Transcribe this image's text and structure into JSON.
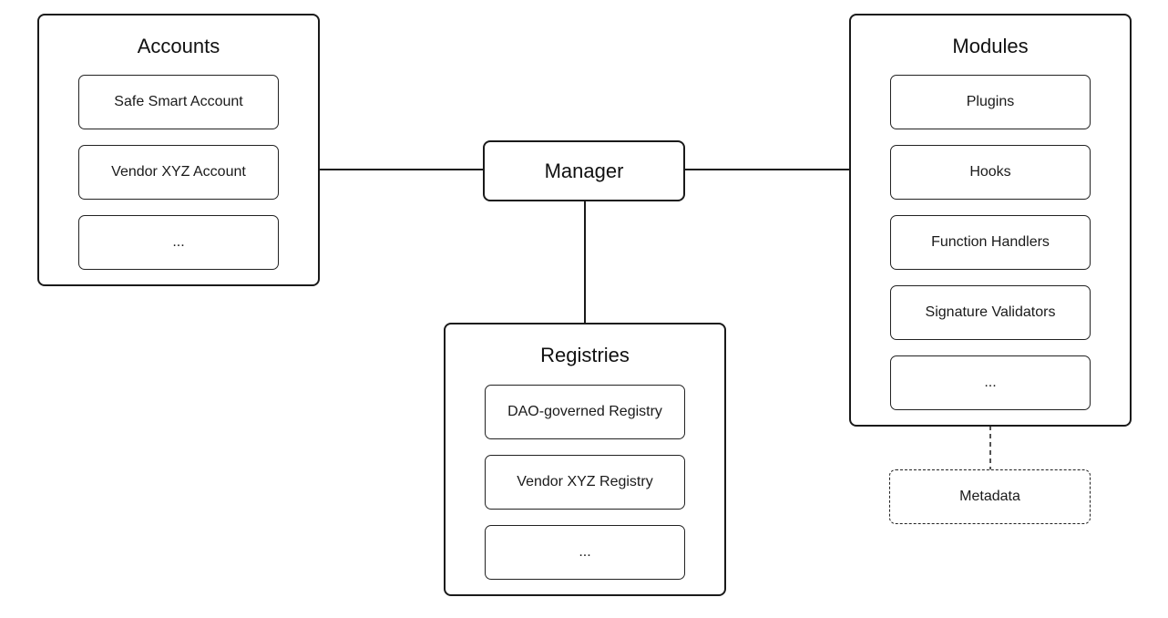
{
  "manager": {
    "label": "Manager"
  },
  "accounts": {
    "title": "Accounts",
    "items": [
      "Safe Smart Account",
      "Vendor XYZ Account",
      "..."
    ]
  },
  "modules": {
    "title": "Modules",
    "items": [
      "Plugins",
      "Hooks",
      "Function Handlers",
      "Signature Validators",
      "..."
    ]
  },
  "registries": {
    "title": "Registries",
    "items": [
      "DAO-governed Registry",
      "Vendor XYZ Registry",
      "..."
    ]
  },
  "metadata": {
    "label": "Metadata"
  }
}
